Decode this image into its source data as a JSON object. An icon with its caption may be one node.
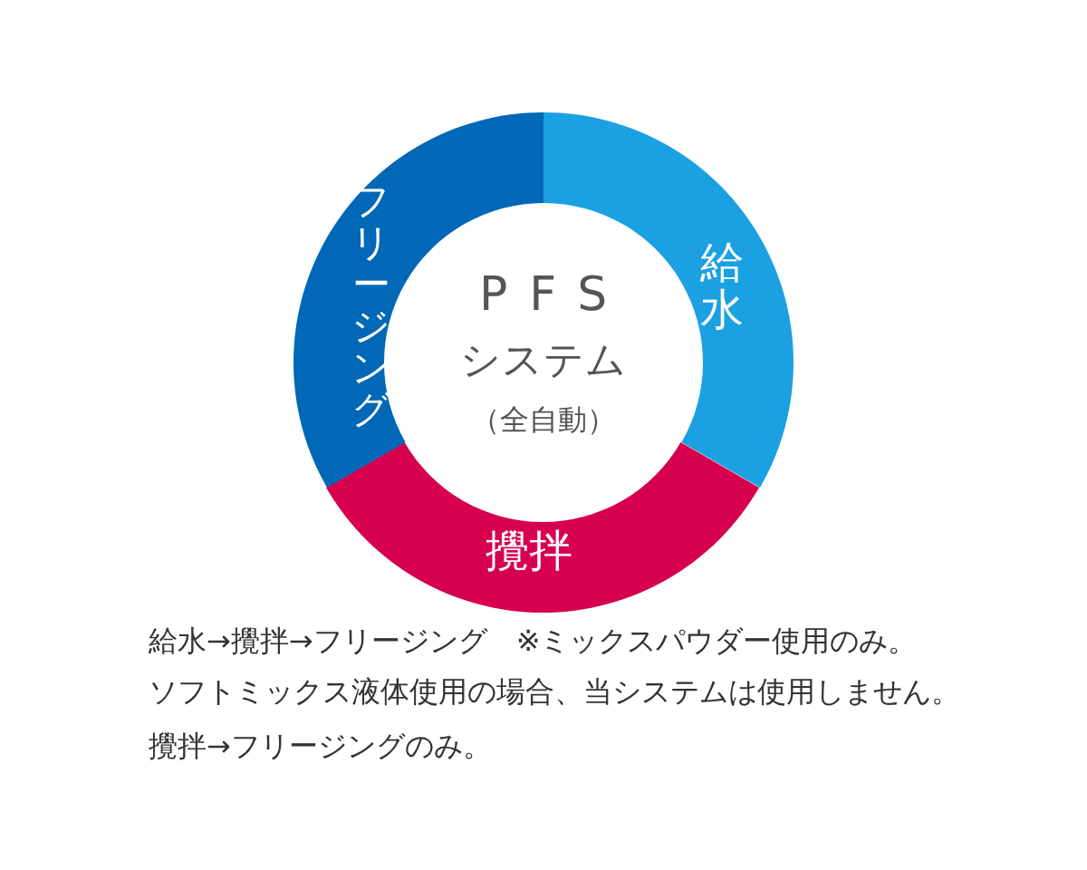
{
  "diagram": {
    "nodes": [
      {
        "text": [
          "給水"
        ]
      },
      {
        "text": [
          "攪拌"
        ]
      },
      {
        "text": [
          "フリージング"
        ]
      }
    ],
    "labels": [
      "PFS",
      "システム",
      "（全自動）",
      "給水→攪拌→フリージング　※ミックスパウダー使用のみ。",
      "ソフトミックス液体使用の場合、当システムは使用しません。",
      "攪拌→フリージングのみ。"
    ]
  }
}
